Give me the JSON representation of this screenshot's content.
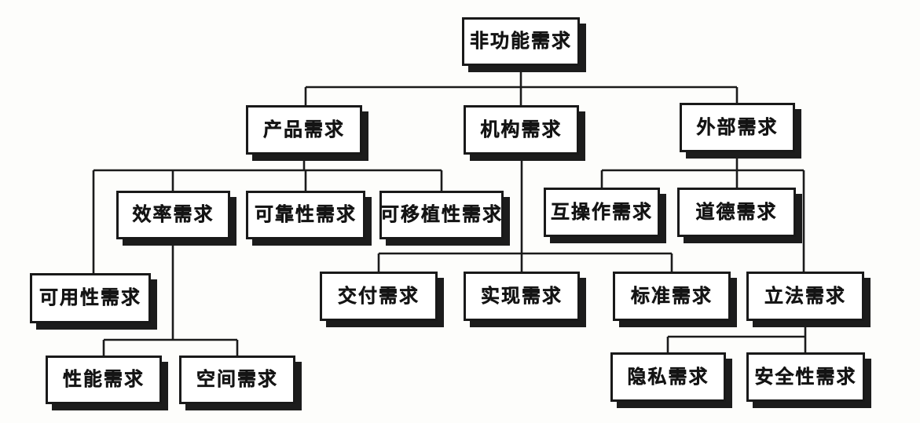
{
  "diagram": {
    "type": "tree",
    "description_language": "zh",
    "colors": {
      "background": "#fdfdfb",
      "box_fill": "#ffffff",
      "box_border": "#191919",
      "box_shadow": "#1c1c1c",
      "line": "#1b1b1b"
    }
  },
  "nodes": {
    "root": {
      "label": "非功能需求"
    },
    "product": {
      "label": "产品需求"
    },
    "organizational": {
      "label": "机构需求"
    },
    "external": {
      "label": "外部需求"
    },
    "efficiency": {
      "label": "效率需求"
    },
    "reliability": {
      "label": "可靠性需求"
    },
    "portability": {
      "label": "可移植性需求"
    },
    "interoperability": {
      "label": "互操作需求"
    },
    "ethical": {
      "label": "道德需求"
    },
    "usability": {
      "label": "可用性需求"
    },
    "delivery": {
      "label": "交付需求"
    },
    "implementation": {
      "label": "实现需求"
    },
    "standards": {
      "label": "标准需求"
    },
    "legislative": {
      "label": "立法需求"
    },
    "performance": {
      "label": "性能需求"
    },
    "space": {
      "label": "空间需求"
    },
    "privacy": {
      "label": "隐私需求"
    },
    "safety": {
      "label": "安全性需求"
    }
  },
  "edges": [
    {
      "from": "非功能需求",
      "to": "产品需求"
    },
    {
      "from": "非功能需求",
      "to": "机构需求"
    },
    {
      "from": "非功能需求",
      "to": "外部需求"
    },
    {
      "from": "产品需求",
      "to": "可用性需求"
    },
    {
      "from": "产品需求",
      "to": "效率需求"
    },
    {
      "from": "产品需求",
      "to": "可靠性需求"
    },
    {
      "from": "产品需求",
      "to": "可移植性需求"
    },
    {
      "from": "效率需求",
      "to": "性能需求"
    },
    {
      "from": "效率需求",
      "to": "空间需求"
    },
    {
      "from": "机构需求",
      "to": "交付需求"
    },
    {
      "from": "机构需求",
      "to": "实现需求"
    },
    {
      "from": "机构需求",
      "to": "标准需求"
    },
    {
      "from": "外部需求",
      "to": "互操作需求"
    },
    {
      "from": "外部需求",
      "to": "道德需求"
    },
    {
      "from": "外部需求",
      "to": "立法需求"
    },
    {
      "from": "立法需求",
      "to": "隐私需求"
    },
    {
      "from": "立法需求",
      "to": "安全性需求"
    }
  ]
}
